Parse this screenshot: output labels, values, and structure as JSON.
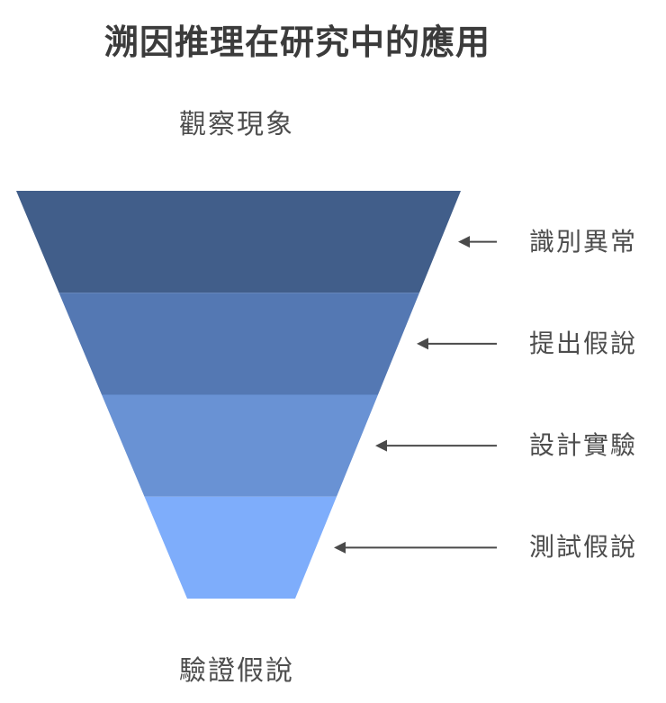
{
  "title": "溯因推理在研究中的應用",
  "colors": {
    "title_text": "#3b3b3b",
    "label_text": "#4d4d4d",
    "arrow": "#4a4a4a",
    "background": "#ffffff"
  },
  "chart_data": {
    "type": "funnel",
    "title": "溯因推理在研究中的應用",
    "input_label": "觀察現象",
    "output_label": "驗證假說",
    "stages": [
      {
        "label": "識別異常",
        "color": "#415e8a"
      },
      {
        "label": "提出假說",
        "color": "#5478b3"
      },
      {
        "label": "設計實驗",
        "color": "#6992d4"
      },
      {
        "label": "測試假說",
        "color": "#7eadfb"
      }
    ]
  }
}
